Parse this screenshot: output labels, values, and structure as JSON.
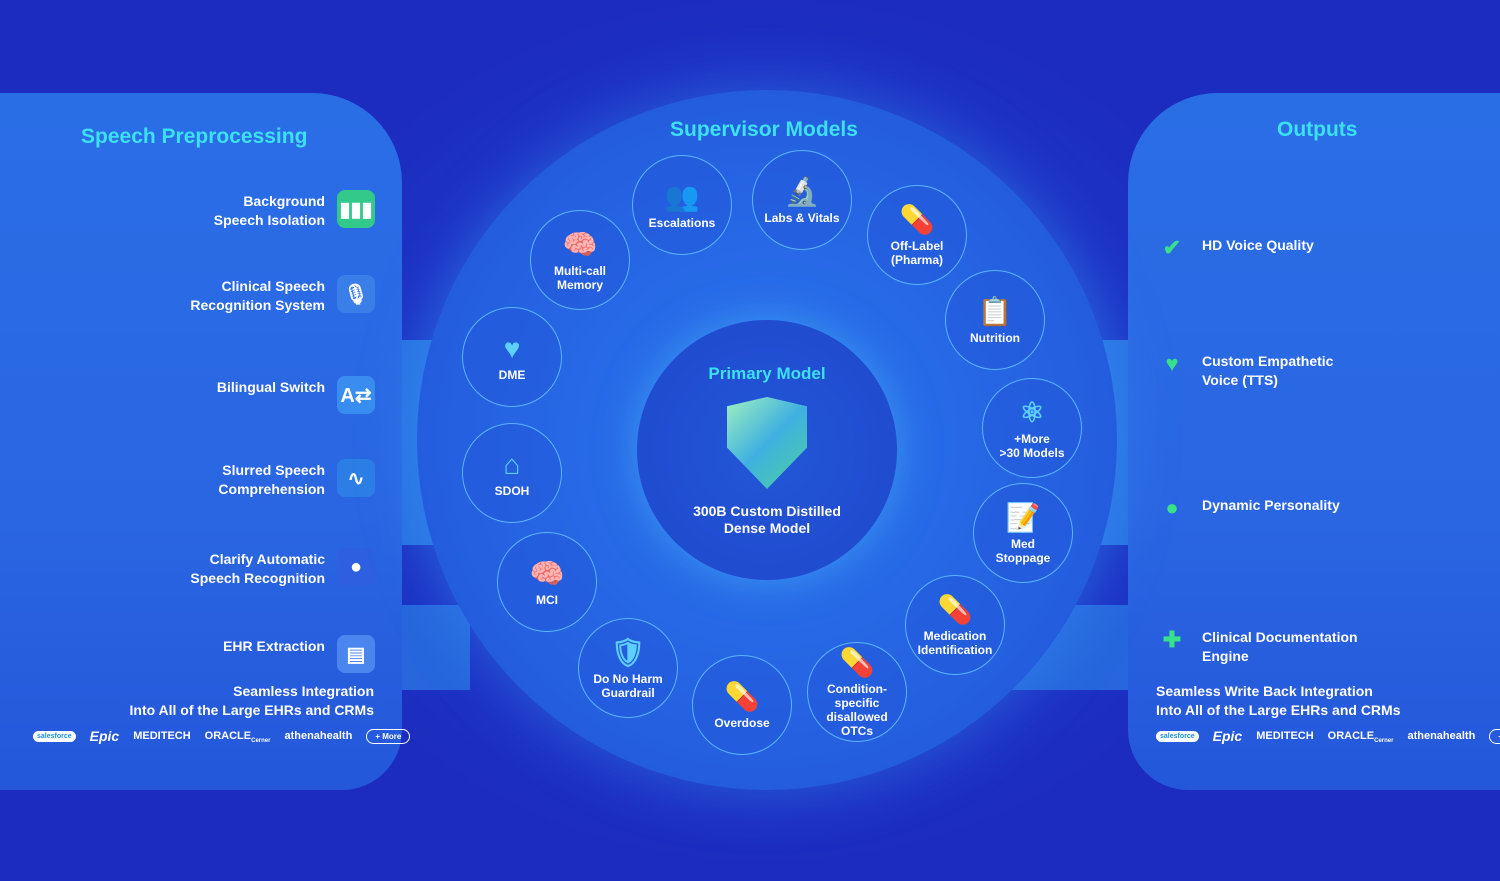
{
  "left": {
    "title": "Speech Preprocessing",
    "items": [
      {
        "label": "Background\nSpeech Isolation",
        "icon": "waveform-icon"
      },
      {
        "label": "Clinical Speech\nRecognition System",
        "icon": "microphone-icon"
      },
      {
        "label": "Bilingual Switch",
        "icon": "translate-icon"
      },
      {
        "label": "Slurred Speech\nComprehension",
        "icon": "wave-circle-icon"
      },
      {
        "label": "Clarify Automatic\nSpeech Recognition",
        "icon": "audio-orb-icon"
      },
      {
        "label": "EHR Extraction",
        "icon": "clipboard-heart-icon"
      }
    ],
    "integration": "Seamless Integration\nInto All of the Large EHRs and CRMs"
  },
  "logos": [
    "salesforce",
    "Epic",
    "MEDITECH",
    "ORACLE",
    "Cerner",
    "athenahealth",
    "+ More"
  ],
  "center": {
    "title": "Supervisor Models",
    "primary_title": "Primary Model",
    "primary_desc": "300B Custom Distilled\nDense Model",
    "models": [
      "Escalations",
      "Labs & Vitals",
      "Off-Label\n(Pharma)",
      "Nutrition",
      "+More\n>30 Models",
      "Med\nStoppage",
      "Medication\nIdentification",
      "Condition-\nspecific\ndisallowed\nOTCs",
      "Overdose",
      "Do No Harm\nGuardrail",
      "MCI",
      "SDOH",
      "DME",
      "Multi-call\nMemory"
    ]
  },
  "right": {
    "title": "Outputs",
    "items": [
      {
        "label": "HD Voice Quality",
        "icon": "voice-check-icon"
      },
      {
        "label": "Custom  Empathetic\nVoice (TTS)",
        "icon": "voice-heart-icon"
      },
      {
        "label": "Dynamic Personality",
        "icon": "voice-person-icon"
      },
      {
        "label": "Clinical Documentation\nEngine",
        "icon": "clipboard-medical-icon"
      }
    ],
    "integration": "Seamless Write Back Integration\nInto All of the Large EHRs and CRMs"
  }
}
